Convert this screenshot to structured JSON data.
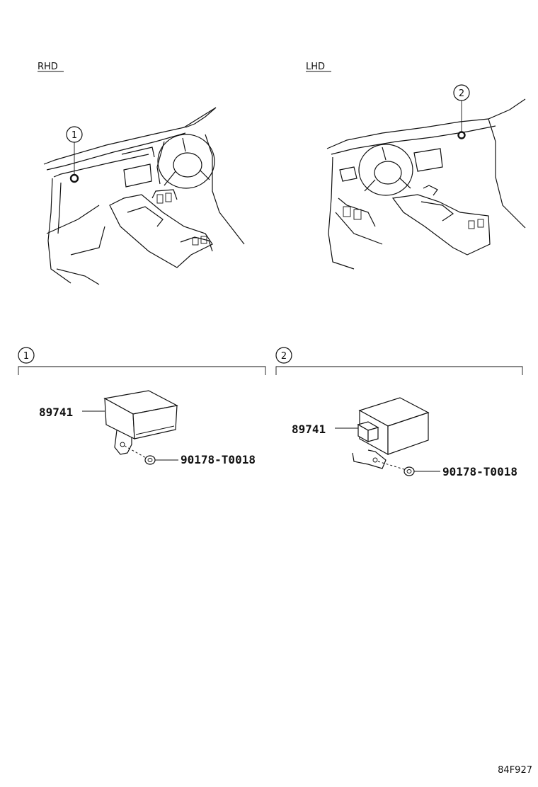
{
  "views": {
    "rhd": {
      "label": "RHD",
      "callout": "1"
    },
    "lhd": {
      "label": "LHD",
      "callout": "2"
    }
  },
  "sections": [
    {
      "callout": "1",
      "part_main": "89741",
      "part_bolt": "90178-T0018"
    },
    {
      "callout": "2",
      "part_main": "89741",
      "part_bolt": "90178-T0018"
    }
  ],
  "ref_code": "84F927"
}
